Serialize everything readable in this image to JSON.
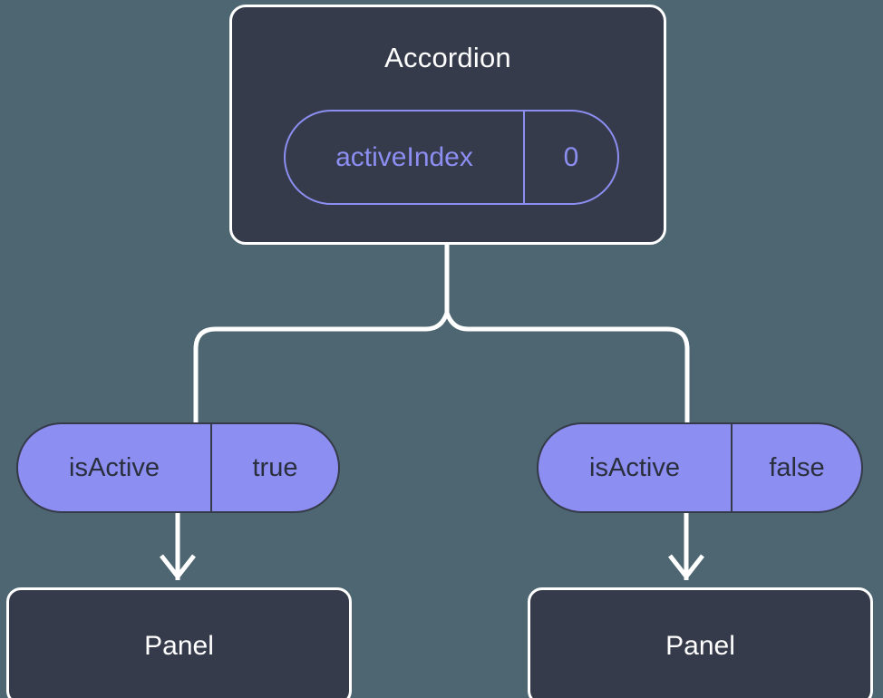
{
  "background_color": "#4d6671",
  "palette": {
    "card_fill": "#353b4a",
    "card_border": "#ffffff",
    "accent_purple": "#8c8ef2",
    "pill_text_dark": "#2a2f3d",
    "wire": "#ffffff"
  },
  "root": {
    "title": "Accordion",
    "state_pill": {
      "key": "activeIndex",
      "value": "0"
    }
  },
  "branches": [
    {
      "prop_pill": {
        "key": "isActive",
        "value": "true"
      },
      "child": {
        "title": "Panel"
      }
    },
    {
      "prop_pill": {
        "key": "isActive",
        "value": "false"
      },
      "child": {
        "title": "Panel"
      }
    }
  ]
}
